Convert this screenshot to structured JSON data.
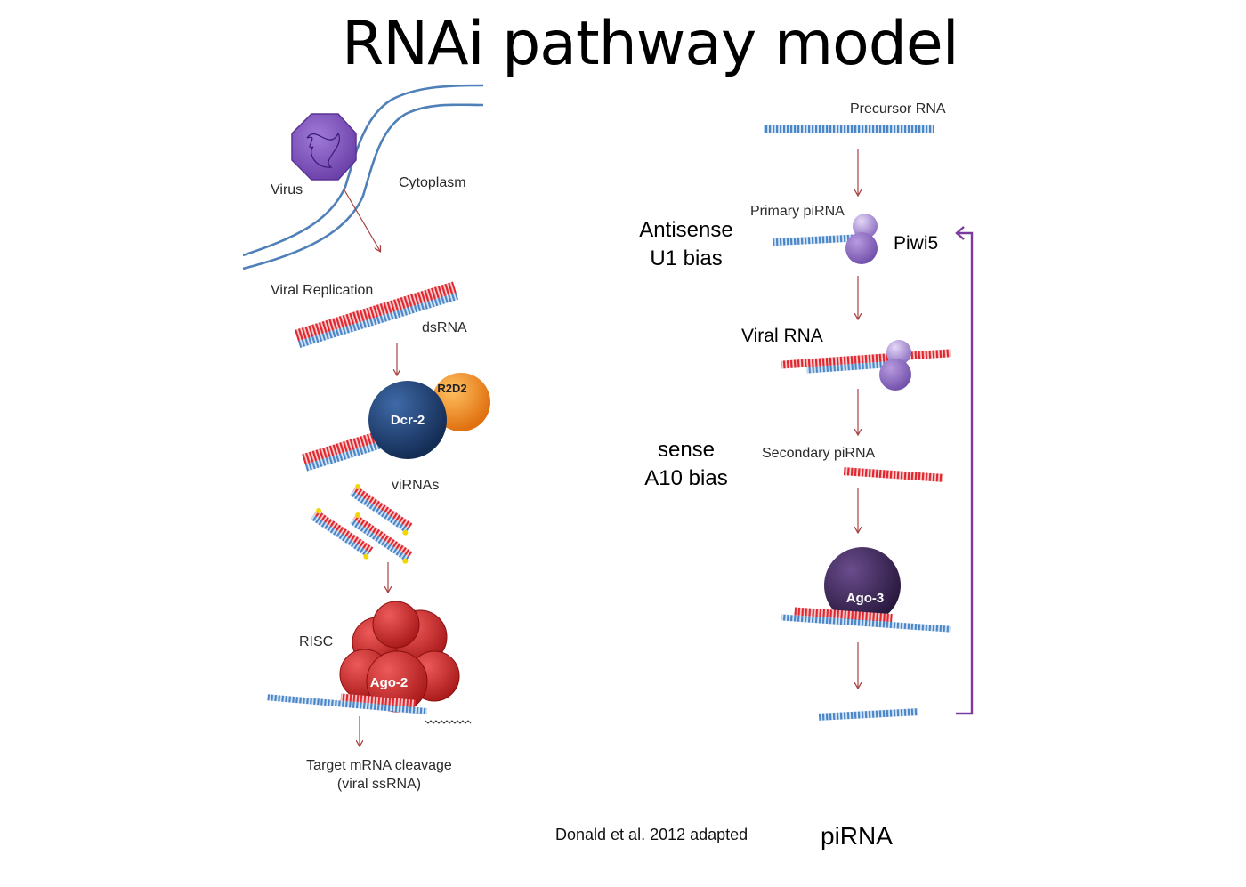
{
  "title": "RNAi pathway model",
  "sirna_panel": {
    "virus": "Virus",
    "cytoplasm": "Cytoplasm",
    "viral_replication": "Viral Replication",
    "dsrna": "dsRNA",
    "dcr2": "Dcr-2",
    "r2d2": "R2D2",
    "virnas": "viRNAs",
    "risc": "RISC",
    "ago2": "Ago-2",
    "cleavage_line1": "Target mRNA cleavage",
    "cleavage_line2": "(viral ssRNA)"
  },
  "pirna_panel": {
    "precursor": "Precursor RNA",
    "primary": "Primary piRNA",
    "piwi5": "Piwi5",
    "antisense_line1": "Antisense",
    "antisense_line2": "U1 bias",
    "viral_rna": "Viral RNA",
    "sense_line1": "sense",
    "sense_line2": "A10 bias",
    "secondary": "Secondary piRNA",
    "ago3": "Ago-3",
    "label": "piRNA"
  },
  "credit": "Donald et al. 2012 adapted",
  "colors": {
    "rna_blue": "#4a86c8",
    "rna_red": "#e0262e",
    "arrow": "#a84444",
    "dcr2": "#1d3d6b",
    "r2d2": "#f08a1c",
    "ago2": "#c92626",
    "ago3": "#3a2550",
    "piwi5": "#9a7ec8",
    "virus": "#7f52b8",
    "membrane": "#4f80b8",
    "bracket": "#7a3aa0"
  }
}
